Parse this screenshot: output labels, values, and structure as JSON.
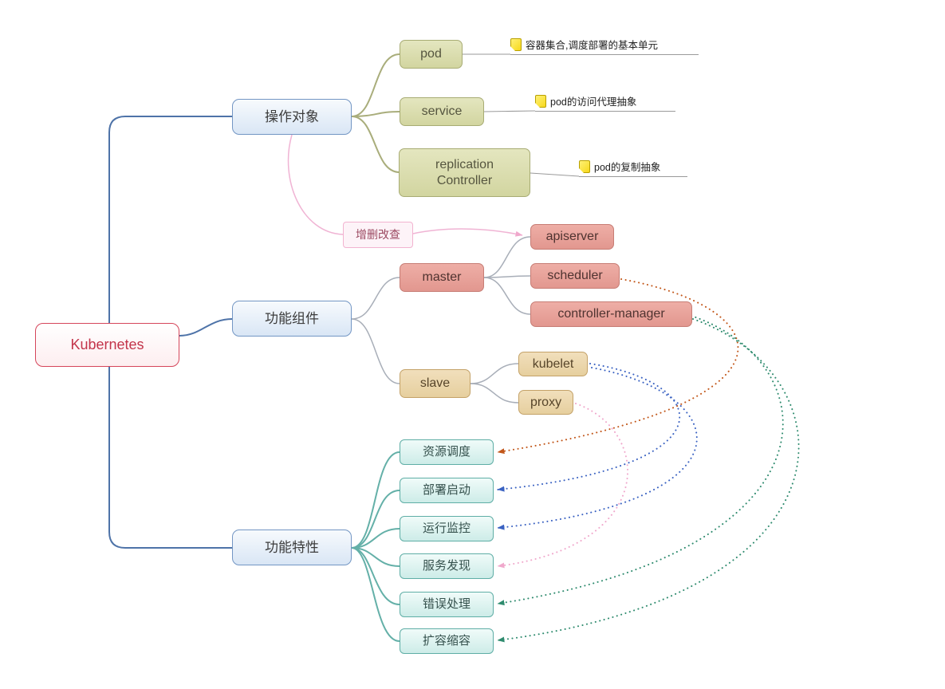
{
  "root": {
    "label": "Kubernetes"
  },
  "operation": {
    "label": "操作对象",
    "children": [
      {
        "label": "pod",
        "note": "容器集合,调度部署的基本单元"
      },
      {
        "label": "service",
        "note": "pod的访问代理抽象"
      },
      {
        "label": "replication\nController",
        "note": "pod的复制抽象"
      }
    ],
    "callout": {
      "label": "增删改查"
    }
  },
  "components": {
    "label": "功能组件",
    "master": {
      "label": "master",
      "children": [
        {
          "label": "apiserver"
        },
        {
          "label": "scheduler"
        },
        {
          "label": "controller-manager"
        }
      ]
    },
    "slave": {
      "label": "slave",
      "children": [
        {
          "label": "kubelet"
        },
        {
          "label": "proxy"
        }
      ]
    }
  },
  "features": {
    "label": "功能特性",
    "children": [
      {
        "label": "资源调度"
      },
      {
        "label": "部署启动"
      },
      {
        "label": "运行监控"
      },
      {
        "label": "服务发现"
      },
      {
        "label": "错误处理"
      },
      {
        "label": "扩容缩容"
      }
    ]
  },
  "colors": {
    "root_border": "#d5455a",
    "root_text": "#c3344a",
    "main_branch_line": "#4e73a8",
    "main_node_border": "#7396c4",
    "olive_node": "#d2d5a0",
    "salmon_node": "#e2978f",
    "tan_node": "#e6cf9e",
    "teal_node_border": "#5faea6",
    "callout_border": "#f2b3d0",
    "arc_orange": "#c2571a",
    "arc_blue": "#3a62c2",
    "arc_pink": "#f0a8cc",
    "arc_green": "#2e8b6e",
    "note_icon_yellow": "#f7d81c"
  }
}
